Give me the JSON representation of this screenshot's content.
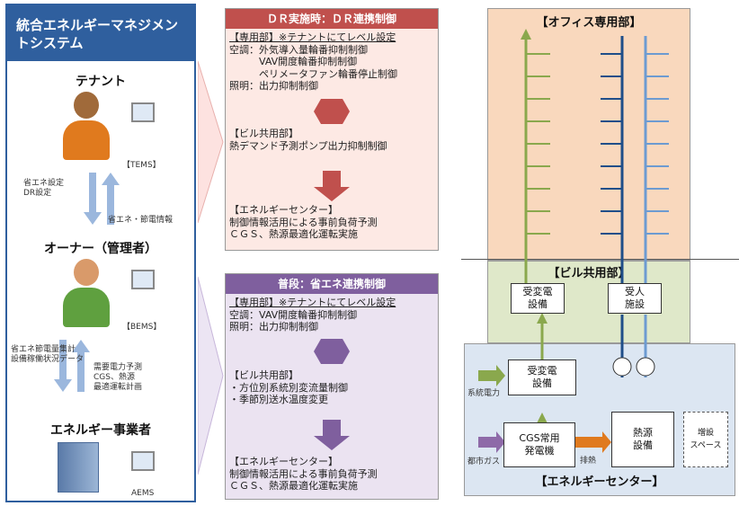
{
  "left": {
    "title": "統合エネルギーマネジメントシステム",
    "tenant": {
      "label": "テナント",
      "device": "【TEMS】"
    },
    "owner": {
      "label": "オーナー（管理者）",
      "device": "【BEMS】"
    },
    "utility": {
      "label": "エネルギー事業者",
      "device": "AEMS"
    },
    "notes": {
      "setting": "省エネ設定\nDR設定",
      "info": "省エネ・節電情報",
      "owner_up": "省エネ節電量集計\n設備稼働状況データ",
      "owner_down": "需要電力予測\nCGS、熱源\n最適運転計画"
    }
  },
  "dr_panel": {
    "header": "ＤＲ実施時：ＤＲ連携制御",
    "lines": [
      "【専用部】※テナントにてレベル設定",
      "空調：外気導入量輪番抑制制御",
      "　　　VAV開度輪番抑制制御",
      "　　　ペリメータファン輪番停止制御",
      "照明：出力抑制制御"
    ],
    "lines2": [
      "【ビル共用部】",
      "熱デマンド予測ポンプ出力抑制制御"
    ],
    "lines3": [
      "【エネルギーセンター】",
      "制御情報活用による事前負荷予測",
      "ＣＧＳ、熱源最適化運転実施"
    ]
  },
  "normal_panel": {
    "header": "普段：省エネ連携制御",
    "lines": [
      "【専用部】※テナントにてレベル設定",
      "空調：VAV開度輪番抑制制御",
      "照明：出力抑制制御"
    ],
    "lines2": [
      "【ビル共用部】",
      "・方位別系統別変流量制御",
      "・季節別送水温度変更"
    ],
    "lines3": [
      "【エネルギーセンター】",
      "制御情報活用による事前負荷予測",
      "ＣＧＳ、熱源最適化運転実施"
    ]
  },
  "right": {
    "office": "【オフィス専用部】",
    "building": "【ビル共用部】",
    "center": "【エネルギーセンター】",
    "receive1": "受変電\n設備",
    "receive2": "受人\n施設",
    "receive3": "受変電\n設備",
    "cgs": "CGS常用\n発電機",
    "heat": "熱源\n設備",
    "extra": "増設\nスペース",
    "grid": "系統電力",
    "gas": "都市ガス",
    "exhaust": "排熱"
  },
  "colors": {
    "blue": "#2f5f9e",
    "red": "#c0504d",
    "purple": "#7f5f9e",
    "green": "#8aa84d",
    "orange": "#e9a06a"
  }
}
